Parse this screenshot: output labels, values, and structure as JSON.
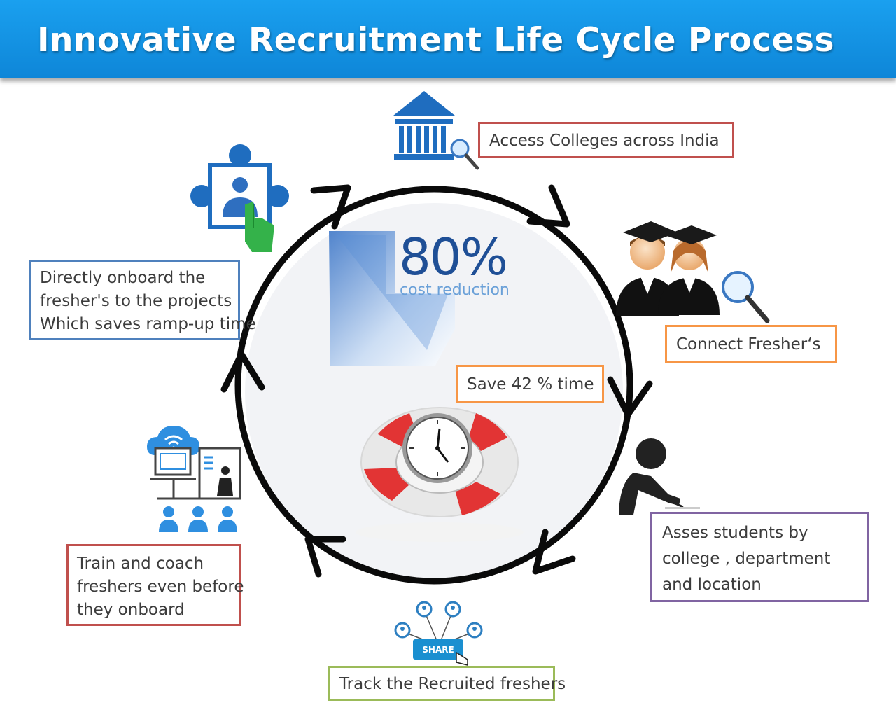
{
  "title": "Innovative Recruitment Life Cycle Process",
  "stat": {
    "value": "80%",
    "label": "cost reduction"
  },
  "steps": {
    "access": {
      "lines": [
        "Access Colleges  across India"
      ]
    },
    "connect": {
      "lines": [
        "Connect  Fresher‘s"
      ]
    },
    "save": {
      "lines": [
        "Save 42 % time"
      ]
    },
    "assess": {
      "lines": [
        "Asses students by",
        "college , department",
        "and location"
      ]
    },
    "track": {
      "lines": [
        "Track the Recruited freshers"
      ]
    },
    "train": {
      "lines": [
        "Train and coach",
        "freshers even before",
        "they onboard"
      ]
    },
    "onboard": {
      "lines": [
        "Directly onboard the",
        "fresher's to the projects",
        "Which saves ramp-up time"
      ]
    }
  },
  "share_button": {
    "label": "SHARE"
  },
  "colors": {
    "banner": "#1496e4",
    "red": "#c0504d",
    "orange": "#f79646",
    "blue": "#4f81bd",
    "purple": "#8064a2",
    "green": "#9bbb59",
    "icon": "#2e74b5"
  }
}
